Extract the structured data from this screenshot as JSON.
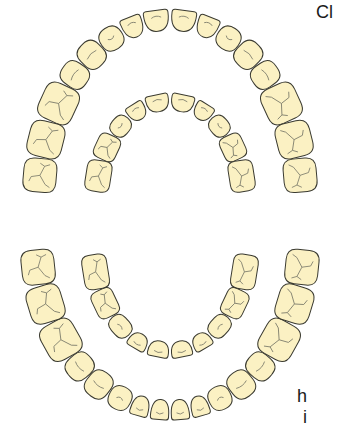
{
  "diagram": {
    "labels": [
      "Cl",
      "h",
      "i"
    ]
  }
}
